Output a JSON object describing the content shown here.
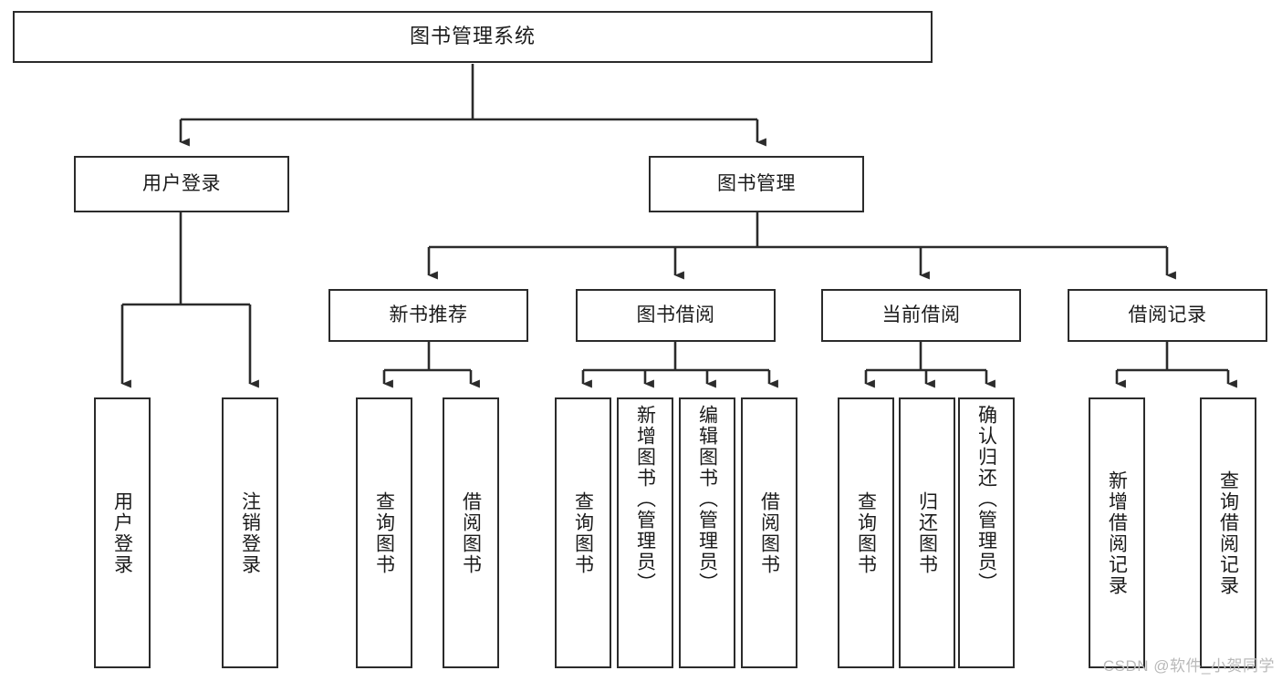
{
  "diagram": {
    "title": "图书管理系统",
    "type": "hierarchy-tree",
    "root": {
      "id": "root",
      "label": "图书管理系统"
    },
    "level2": [
      {
        "id": "user-login",
        "label": "用户登录"
      },
      {
        "id": "book-manage",
        "label": "图书管理"
      }
    ],
    "level3": [
      {
        "id": "new-book-rec",
        "label": "新书推荐"
      },
      {
        "id": "book-borrow",
        "label": "图书借阅"
      },
      {
        "id": "current-borrow",
        "label": "当前借阅"
      },
      {
        "id": "borrow-record",
        "label": "借阅记录"
      }
    ],
    "leaves": {
      "user_login": [
        {
          "id": "leaf-user-login",
          "label": "用户登录"
        },
        {
          "id": "leaf-user-logout",
          "label": "注销登录"
        }
      ],
      "new_book_rec": [
        {
          "id": "leaf-query-book-1",
          "label": "查询图书"
        },
        {
          "id": "leaf-borrow-book-1",
          "label": "借阅图书"
        }
      ],
      "book_borrow": [
        {
          "id": "leaf-query-book-2",
          "label": "查询图书"
        },
        {
          "id": "leaf-add-book",
          "label": "新增图书（管理员）"
        },
        {
          "id": "leaf-edit-book",
          "label": "编辑图书（管理员）"
        },
        {
          "id": "leaf-borrow-book-2",
          "label": "借阅图书"
        }
      ],
      "current_borrow": [
        {
          "id": "leaf-query-book-3",
          "label": "查询图书"
        },
        {
          "id": "leaf-return-book",
          "label": "归还图书"
        },
        {
          "id": "leaf-confirm-return",
          "label": "确认归还（管理员）"
        }
      ],
      "borrow_record": [
        {
          "id": "leaf-add-record",
          "label": "新增借阅记录"
        },
        {
          "id": "leaf-query-record",
          "label": "查询借阅记录"
        }
      ]
    }
  },
  "watermark": {
    "text": "CSDN @软件_小贺同学"
  },
  "colors": {
    "stroke": "#2b2b2b",
    "fill": "#ffffff",
    "text": "#1b1b1b",
    "watermark": "#b9b9b9"
  }
}
